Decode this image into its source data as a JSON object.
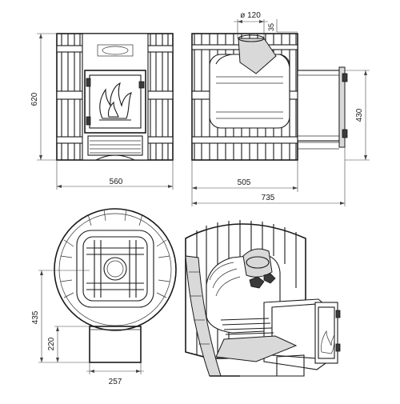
{
  "views": {
    "front": {
      "height": "620",
      "width": "560"
    },
    "side": {
      "chimney_diameter": "ø 120",
      "chimney_offset": "35",
      "tunnel_height": "430",
      "body_depth": "505",
      "total_depth": "735"
    },
    "top": {
      "height_435": "435",
      "height_220": "220",
      "tunnel_width": "257"
    }
  },
  "colors": {
    "line": "#1a1a1a",
    "dimension": "#444444",
    "shade": "#d9d9d9"
  }
}
